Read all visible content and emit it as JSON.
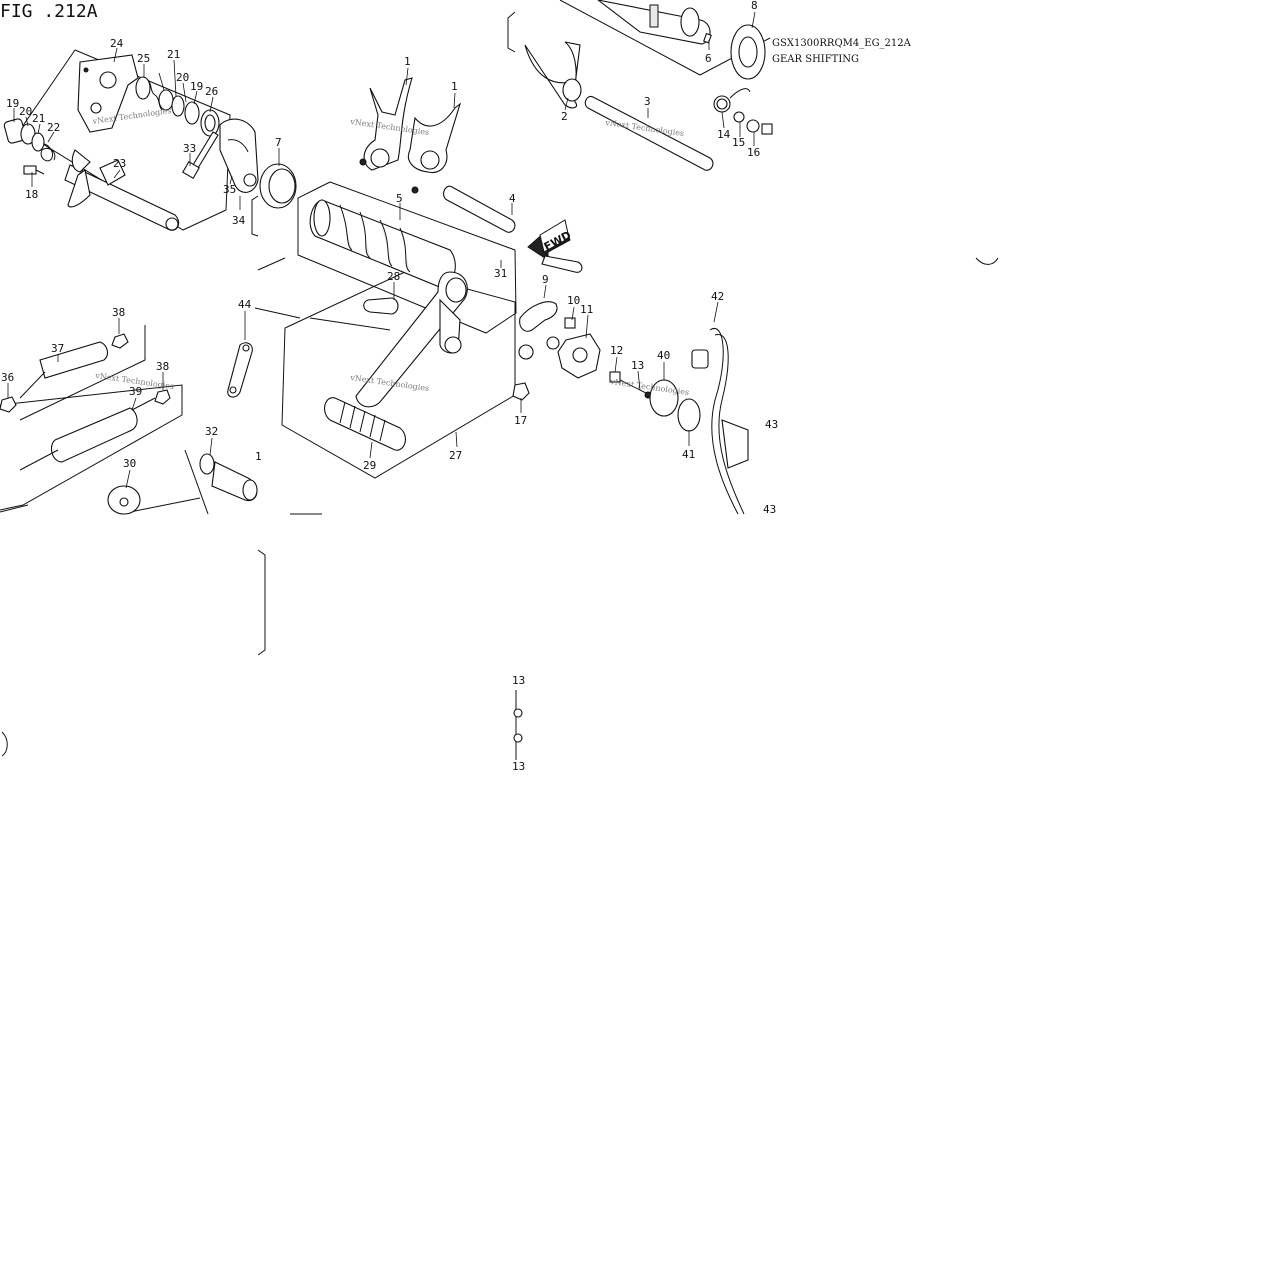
{
  "header": {
    "figure_title": "FIG .212A",
    "drawing_code": "GSX1300RRQM4_EG_212A",
    "drawing_name": "GEAR SHIFTING"
  },
  "arrow": {
    "label": "FWD"
  },
  "watermark": {
    "text": "vNext Technologies"
  },
  "callouts": [
    "1",
    "1",
    "1",
    "2",
    "3",
    "4",
    "5",
    "6",
    "7",
    "8",
    "9",
    "10",
    "11",
    "12",
    "13",
    "13",
    "13",
    "14",
    "15",
    "16",
    "17",
    "18",
    "19",
    "19",
    "20",
    "20",
    "21",
    "21",
    "22",
    "23",
    "24",
    "25",
    "26",
    "27",
    "28",
    "29",
    "30",
    "31",
    "32",
    "33",
    "34",
    "35",
    "36",
    "37",
    "38",
    "38",
    "39",
    "40",
    "41",
    "42",
    "43",
    "43",
    "44"
  ]
}
